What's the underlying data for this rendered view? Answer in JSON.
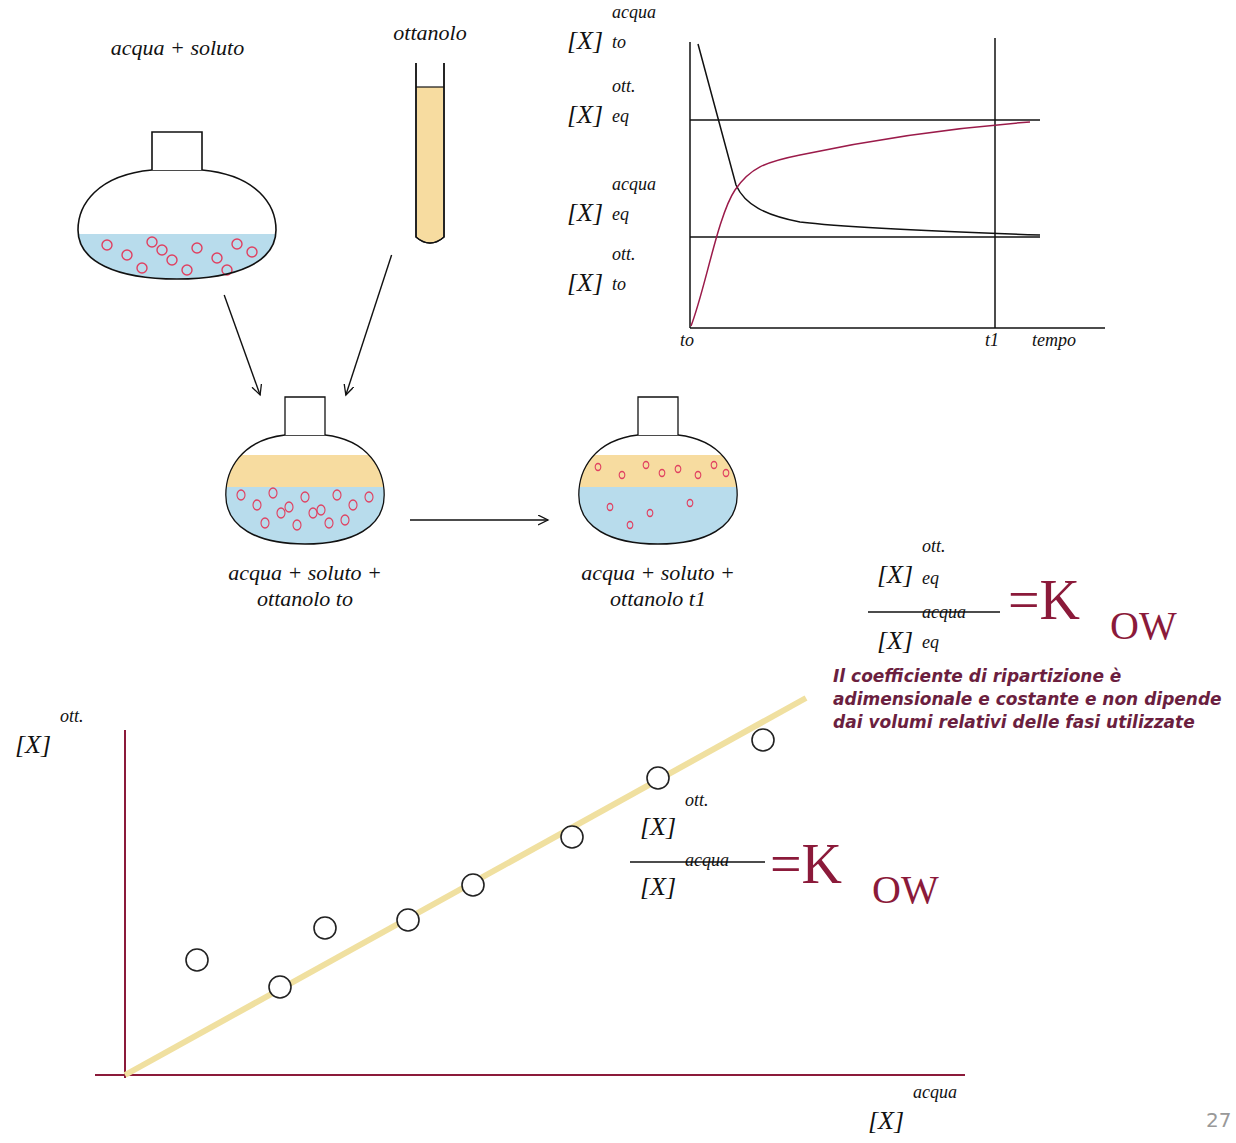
{
  "diagram": {
    "nodes": [
      {
        "text": [
          "acqua + soluto"
        ]
      },
      {
        "text": [
          "ottanolo"
        ]
      },
      {
        "text": [
          "acqua + soluto + ottanolo to"
        ]
      },
      {
        "text": [
          "acqua + soluto + ottanolo t1"
        ]
      }
    ],
    "edges": [
      {
        "from": 0,
        "to": 2,
        "arrow": "to"
      },
      {
        "from": 1,
        "to": 2,
        "arrow": "to"
      },
      {
        "from": 2,
        "to": 3,
        "arrow": "to"
      }
    ],
    "labels": [
      "[X]",
      "acqua",
      "to",
      "[X]",
      "ott.",
      "eq",
      "[X]",
      "acqua",
      "eq",
      "[X]",
      "ott.",
      "to",
      "to",
      "t1",
      "tempo",
      "[X]",
      "ott.",
      "eq",
      "[X]",
      "acqua",
      "eq",
      "=K",
      "OW",
      "Il coefficiente di ripartizione è adimensionale e costante e non dipende dai volumi relativi delle fasi utilizzate",
      "[X]",
      "ott.",
      "[X]",
      "acqua",
      "[X]",
      "ott.",
      "[X]",
      "acqua",
      "=K",
      "OW",
      "27"
    ]
  }
}
